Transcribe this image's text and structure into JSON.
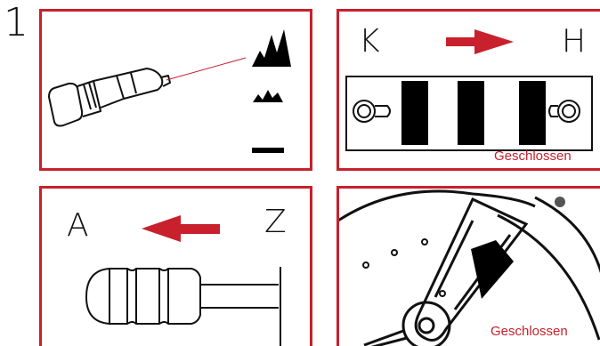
{
  "step_number": "1",
  "panel_kh": {
    "left_letter": "K",
    "right_letter": "H",
    "caption": "Geschlossen"
  },
  "panel_az": {
    "left_letter": "A",
    "right_letter": "Z"
  },
  "panel_dial": {
    "caption": "Geschlossen"
  },
  "colors": {
    "accent": "#c8202c",
    "ink": "#000000"
  }
}
